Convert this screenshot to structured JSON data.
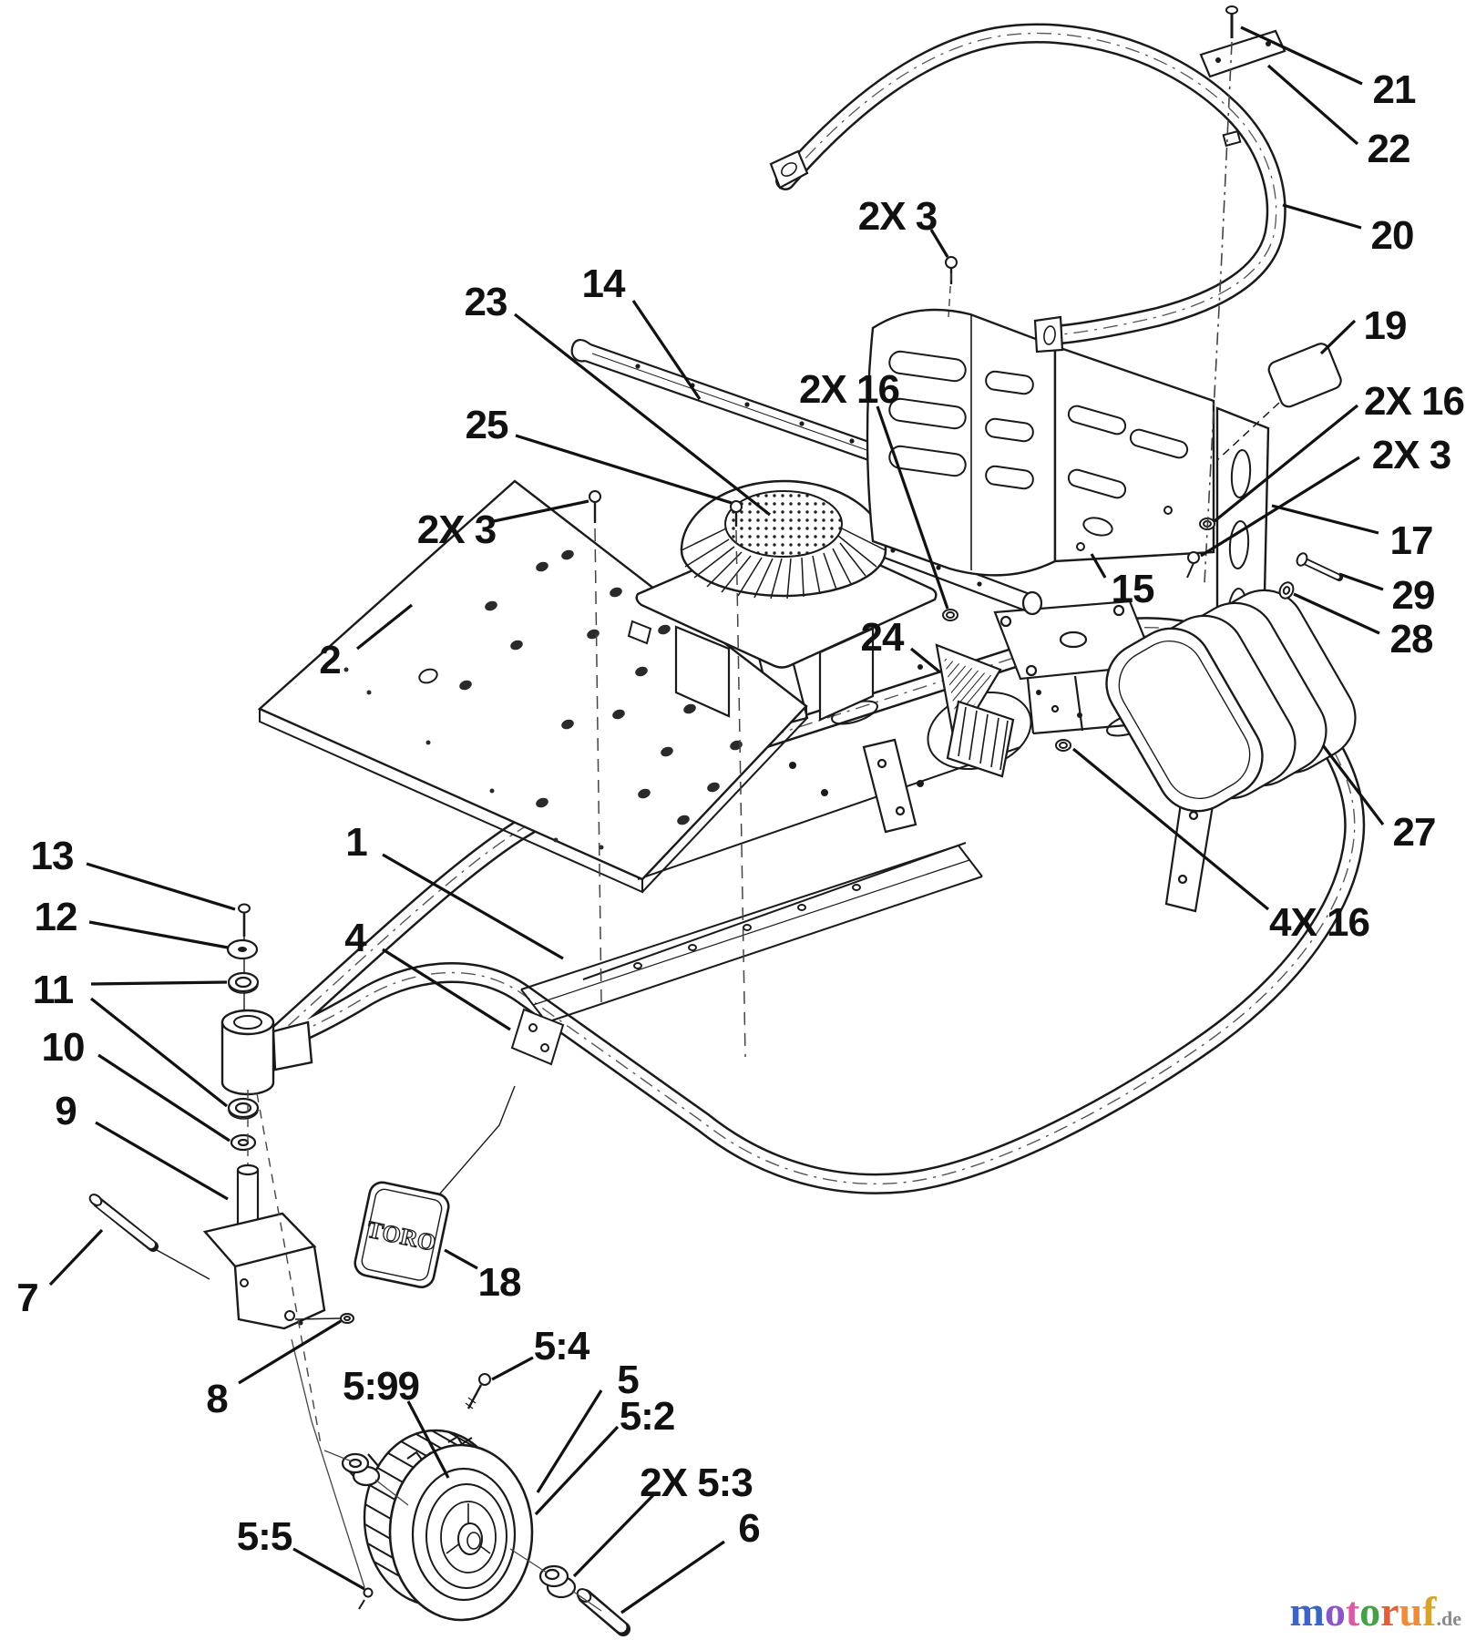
{
  "colors": {
    "line": "#1a1a1a",
    "background": "#ffffff",
    "logo_m": "#3b66c4",
    "logo_o1": "#8a57c6",
    "logo_t": "#dc5aa0",
    "logo_o2": "#45a049",
    "logo_r": "#e0603a",
    "logo_u": "#ef8c3a",
    "logo_f": "#d9a32a",
    "logo_suffix": "#8a8a8a"
  },
  "decal": {
    "text": "TORO"
  },
  "logo": {
    "letters": [
      {
        "ch": "m",
        "color": "#3b66c4"
      },
      {
        "ch": "o",
        "color": "#8a57c6"
      },
      {
        "ch": "t",
        "color": "#dc5aa0"
      },
      {
        "ch": "o",
        "color": "#45a049"
      },
      {
        "ch": "r",
        "color": "#e0603a"
      },
      {
        "ch": "u",
        "color": "#ef8c3a"
      },
      {
        "ch": "f",
        "color": "#d9a32a"
      }
    ],
    "suffix": ".de"
  },
  "callouts": [
    {
      "label": "21"
    },
    {
      "label": "22"
    },
    {
      "label": "20"
    },
    {
      "label": "2X 3"
    },
    {
      "label": "19"
    },
    {
      "label": "2X 16"
    },
    {
      "label": "2X 3"
    },
    {
      "label": "17"
    },
    {
      "label": "23"
    },
    {
      "label": "14"
    },
    {
      "label": "25"
    },
    {
      "label": "2X 16"
    },
    {
      "label": "2X 3"
    },
    {
      "label": "2"
    },
    {
      "label": "15"
    },
    {
      "label": "24"
    },
    {
      "label": "29"
    },
    {
      "label": "28"
    },
    {
      "label": "27"
    },
    {
      "label": "4X 16"
    },
    {
      "label": "1"
    },
    {
      "label": "4"
    },
    {
      "label": "13"
    },
    {
      "label": "12"
    },
    {
      "label": "11"
    },
    {
      "label": "10"
    },
    {
      "label": "9"
    },
    {
      "label": "7"
    },
    {
      "label": "8"
    },
    {
      "label": "18"
    },
    {
      "label": "5:99"
    },
    {
      "label": "5:4"
    },
    {
      "label": "5"
    },
    {
      "label": "5:2"
    },
    {
      "label": "2X 5:3"
    },
    {
      "label": "6"
    },
    {
      "label": "5:5"
    }
  ]
}
